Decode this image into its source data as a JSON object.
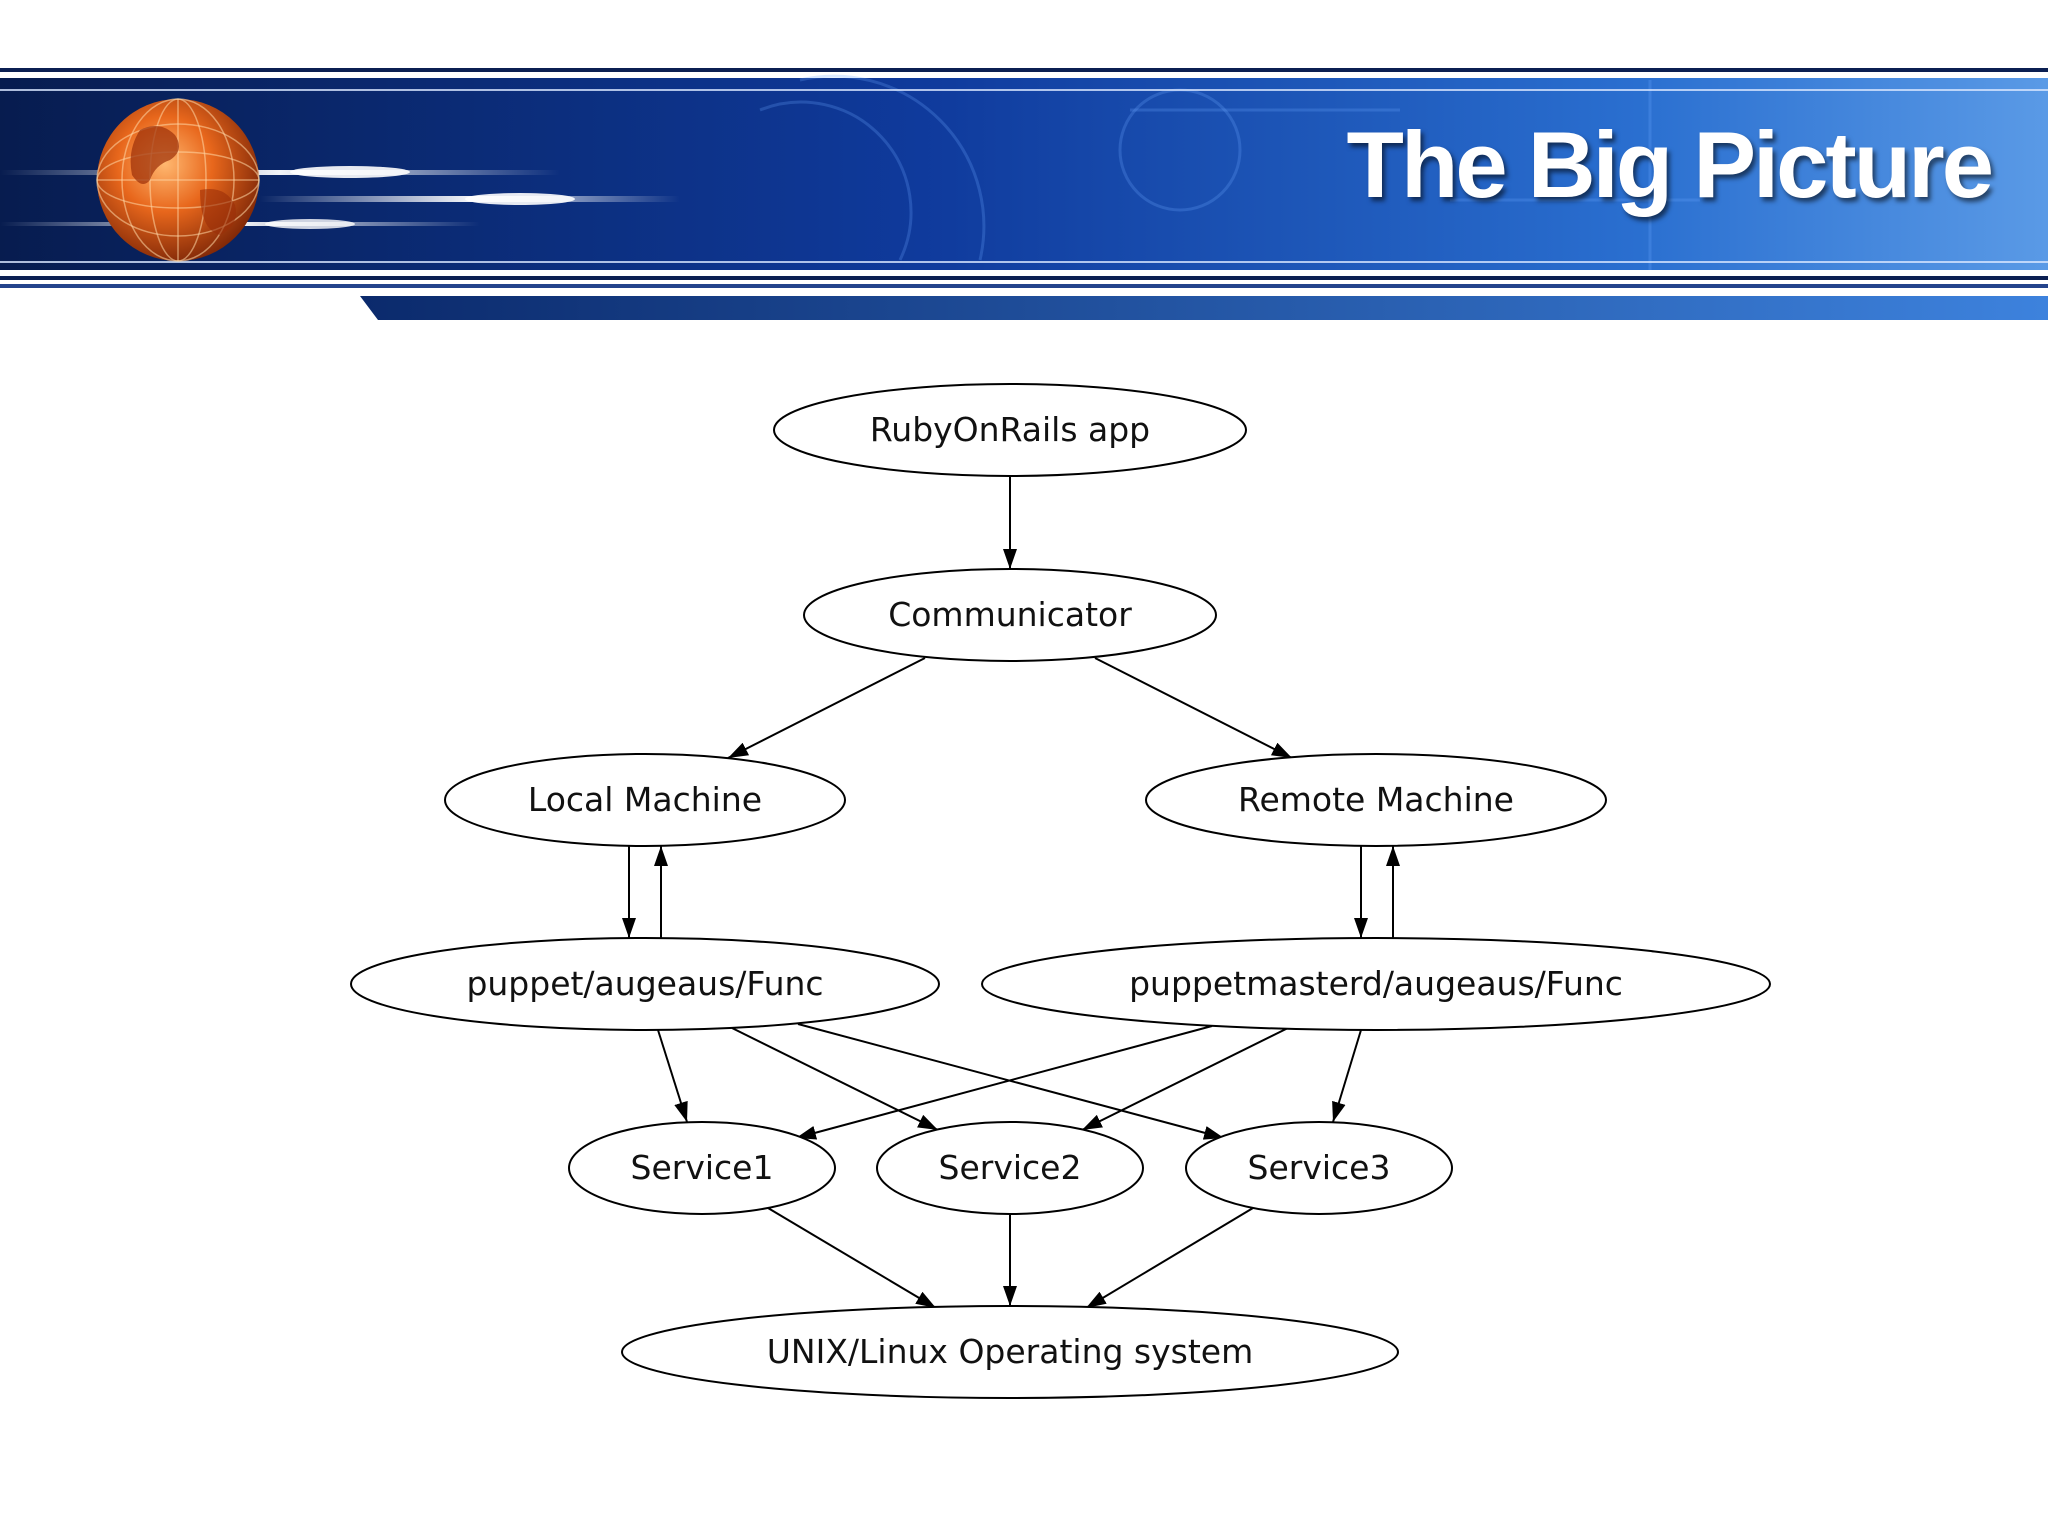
{
  "slide": {
    "title": "The Big Picture"
  },
  "colors": {
    "banner_dark": "#0a2a6e",
    "banner_mid": "#1547b0",
    "banner_light": "#4d8fe0",
    "globe_orange": "#e0621a",
    "edge_color": "#000000"
  },
  "diagram": {
    "nodes": [
      {
        "id": "rails",
        "label": "RubyOnRails app"
      },
      {
        "id": "communicator",
        "label": "Communicator"
      },
      {
        "id": "local",
        "label": "Local Machine"
      },
      {
        "id": "remote",
        "label": "Remote Machine"
      },
      {
        "id": "puppet",
        "label": "puppet/augeaus/Func"
      },
      {
        "id": "puppetmaster",
        "label": "puppetmasterd/augeaus/Func"
      },
      {
        "id": "service1",
        "label": "Service1"
      },
      {
        "id": "service2",
        "label": "Service2"
      },
      {
        "id": "service3",
        "label": "Service3"
      },
      {
        "id": "os",
        "label": "UNIX/Linux Operating system"
      }
    ],
    "edges": [
      {
        "from": "rails",
        "to": "communicator"
      },
      {
        "from": "communicator",
        "to": "local"
      },
      {
        "from": "communicator",
        "to": "remote"
      },
      {
        "from": "local",
        "to": "puppet"
      },
      {
        "from": "puppet",
        "to": "local"
      },
      {
        "from": "remote",
        "to": "puppetmaster"
      },
      {
        "from": "puppetmaster",
        "to": "remote"
      },
      {
        "from": "puppet",
        "to": "service1"
      },
      {
        "from": "puppet",
        "to": "service2"
      },
      {
        "from": "puppet",
        "to": "service3"
      },
      {
        "from": "puppetmaster",
        "to": "service1"
      },
      {
        "from": "puppetmaster",
        "to": "service2"
      },
      {
        "from": "puppetmaster",
        "to": "service3"
      },
      {
        "from": "service1",
        "to": "os"
      },
      {
        "from": "service2",
        "to": "os"
      },
      {
        "from": "service3",
        "to": "os"
      }
    ]
  }
}
